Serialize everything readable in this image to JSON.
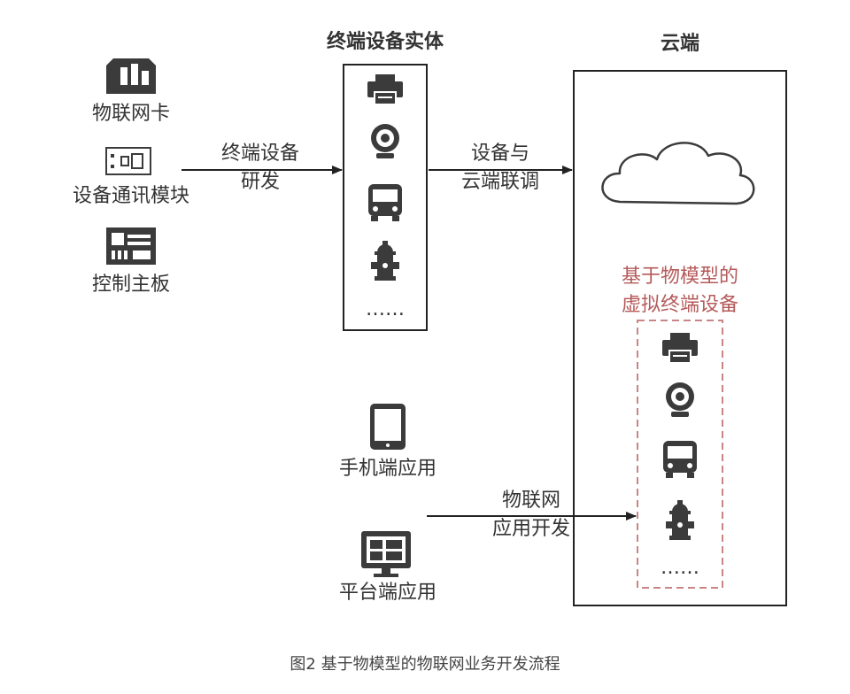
{
  "components": {
    "sim_card_label": "物联网卡",
    "comm_module_label": "设备通讯模块",
    "control_board_label": "控制主板"
  },
  "edge_dev": {
    "line1": "终端设备",
    "line2": "研发"
  },
  "entity_box": {
    "title": "终端设备实体",
    "icons": [
      "printer-icon",
      "webcam-icon",
      "bus-icon",
      "fire-hydrant-icon"
    ],
    "ellipsis": "……"
  },
  "edge_debug": {
    "line1": "设备与",
    "line2": "云端联调"
  },
  "cloud_box": {
    "title": "云端",
    "virtual_title_line1": "基于物模型的",
    "virtual_title_line2": "虚拟终端设备",
    "icons": [
      "printer-icon",
      "webcam-icon",
      "bus-icon",
      "fire-hydrant-icon"
    ],
    "ellipsis": "……"
  },
  "apps": {
    "mobile_label": "手机端应用",
    "platform_label": "平台端应用"
  },
  "edge_app": {
    "line1": "物联网",
    "line2": "应用开发"
  },
  "caption": "图2 基于物模型的物联网业务开发流程",
  "colors": {
    "icon": "#3b3b3b",
    "line": "#222222",
    "dashed_box": "#c98585",
    "red_text": "#b55a5a"
  }
}
